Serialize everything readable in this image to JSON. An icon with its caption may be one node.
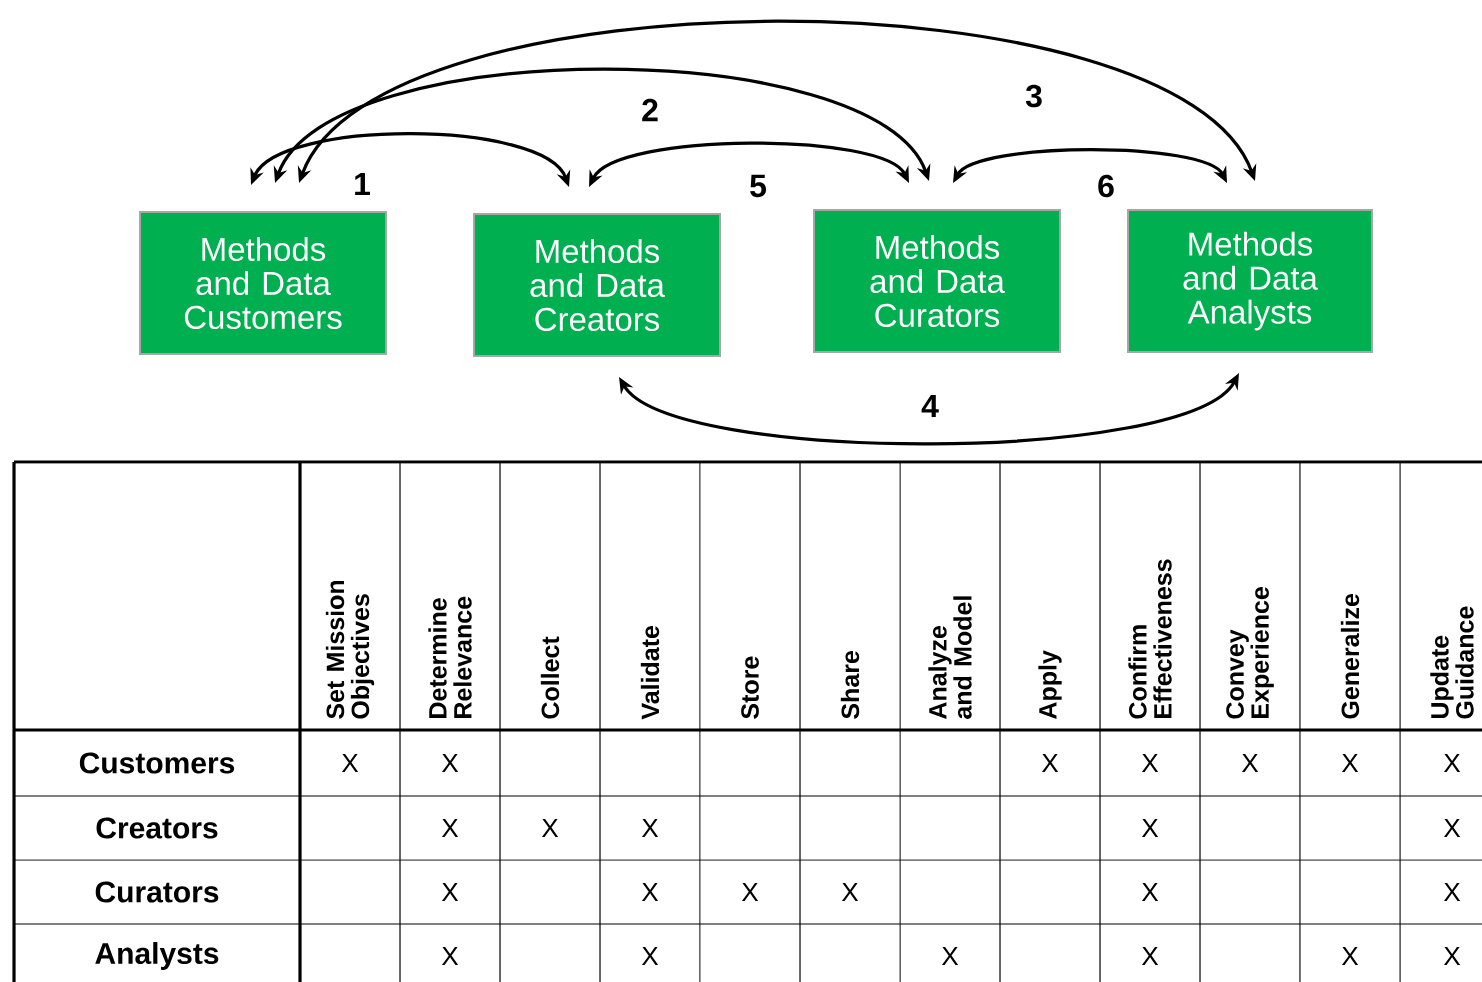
{
  "diagram": {
    "nodes": [
      {
        "text": [
          "Methods and Data Customers"
        ]
      },
      {
        "text": [
          "Methods and Data Creators"
        ]
      },
      {
        "text": [
          "Methods and Data Curators"
        ]
      },
      {
        "text": [
          "Methods and Data Analysts"
        ]
      }
    ],
    "edges": [
      {
        "from": 0,
        "to": 1,
        "arrow": "both",
        "label": "1"
      },
      {
        "from": 0,
        "to": 2,
        "arrow": "both",
        "label": "2"
      },
      {
        "from": 0,
        "to": 3,
        "arrow": "both",
        "label": "3"
      },
      {
        "from": 1,
        "to": 3,
        "arrow": "both",
        "label": "4"
      },
      {
        "from": 1,
        "to": 2,
        "arrow": "both",
        "label": "5"
      },
      {
        "from": 2,
        "to": 3,
        "arrow": "both",
        "label": "6"
      }
    ],
    "labels": [
      "Set Mission Objectives",
      "Determine Relevance",
      "Collect",
      "Validate",
      "Store",
      "Share",
      "Analyze and Model",
      "Apply",
      "Confirm Effectiveness",
      "Convey Experience",
      "Generalize",
      "Update Guidance",
      "Customers",
      "X",
      "X",
      "X",
      "X",
      "X",
      "X",
      "X",
      "Creators",
      "X",
      "X",
      "X",
      "X",
      "X",
      "Curators",
      "X",
      "X",
      "X",
      "X",
      "X",
      "X",
      "Analysts",
      "X",
      "X",
      "X",
      "X",
      "X",
      "X"
    ]
  }
}
